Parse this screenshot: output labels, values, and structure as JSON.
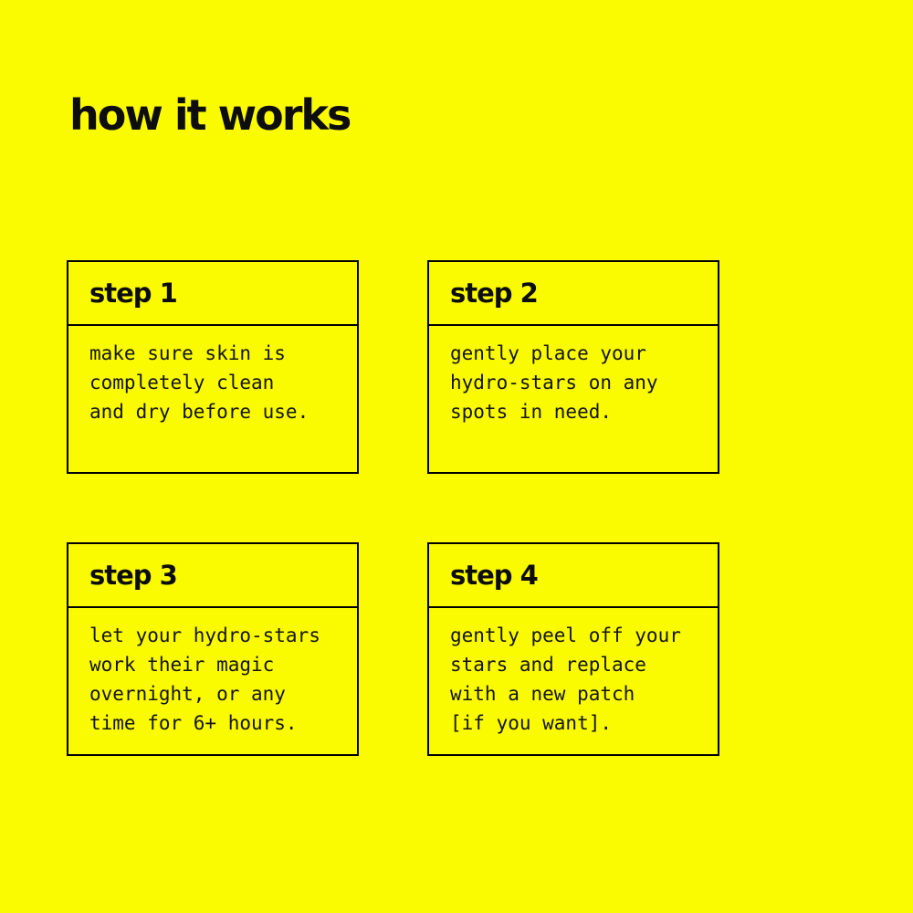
{
  "page": {
    "title": "how it works",
    "background_color": "#FAFA00",
    "text_color": "#0d0d0d",
    "border_color": "#000000"
  },
  "steps": [
    {
      "label": "step 1",
      "description": "make sure skin is\ncompletely clean\nand dry before use."
    },
    {
      "label": "step 2",
      "description": "gently place your\nhydro-stars on any\nspots in need."
    },
    {
      "label": "step 3",
      "description": "let your hydro-stars\nwork their magic\novernight, or any\ntime for 6+ hours."
    },
    {
      "label": "step 4",
      "description": "gently peel off your\nstars and replace\nwith a new patch\n[if you want]."
    }
  ]
}
